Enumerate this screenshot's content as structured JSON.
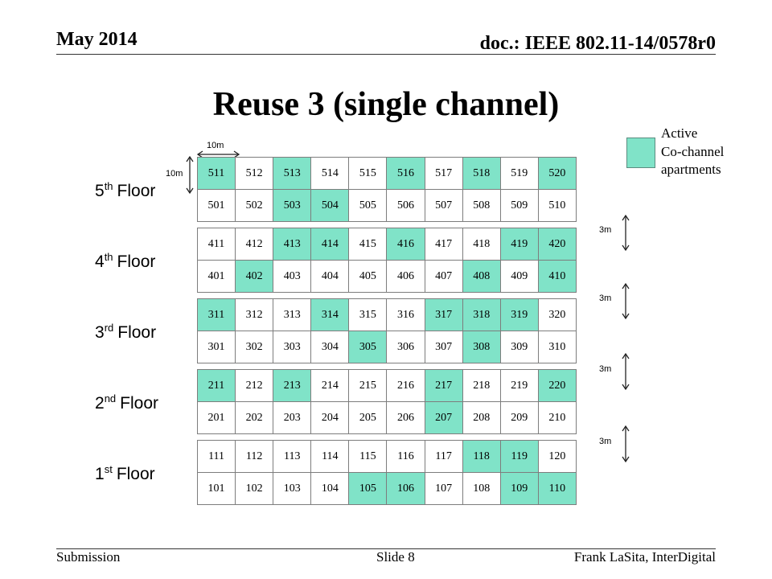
{
  "header": {
    "date": "May 2014",
    "doc_id": "doc.: IEEE 802.11-14/0578r0"
  },
  "title": "Reuse 3 (single channel)",
  "legend": {
    "lines": [
      "Active",
      "Co-channel",
      "apartments"
    ]
  },
  "dimensions": {
    "width_label": "10m",
    "depth_label": "10m",
    "floor_height_labels": [
      "3m",
      "3m",
      "3m",
      "3m"
    ]
  },
  "colors": {
    "active": "#80e3c8",
    "inactive": "#ffffff"
  },
  "floors": [
    {
      "number": "5",
      "suffix": "th",
      "word": "Floor",
      "rows": [
        [
          {
            "n": "511",
            "active": true
          },
          {
            "n": "512",
            "active": false
          },
          {
            "n": "513",
            "active": true
          },
          {
            "n": "514",
            "active": false
          },
          {
            "n": "515",
            "active": false
          },
          {
            "n": "516",
            "active": true
          },
          {
            "n": "517",
            "active": false
          },
          {
            "n": "518",
            "active": true
          },
          {
            "n": "519",
            "active": false
          },
          {
            "n": "520",
            "active": true
          }
        ],
        [
          {
            "n": "501",
            "active": false
          },
          {
            "n": "502",
            "active": false
          },
          {
            "n": "503",
            "active": true
          },
          {
            "n": "504",
            "active": true
          },
          {
            "n": "505",
            "active": false
          },
          {
            "n": "506",
            "active": false
          },
          {
            "n": "507",
            "active": false
          },
          {
            "n": "508",
            "active": false
          },
          {
            "n": "509",
            "active": false
          },
          {
            "n": "510",
            "active": false
          }
        ]
      ]
    },
    {
      "number": "4",
      "suffix": "th",
      "word": "Floor",
      "rows": [
        [
          {
            "n": "411",
            "active": false
          },
          {
            "n": "412",
            "active": false
          },
          {
            "n": "413",
            "active": true
          },
          {
            "n": "414",
            "active": true
          },
          {
            "n": "415",
            "active": false
          },
          {
            "n": "416",
            "active": true
          },
          {
            "n": "417",
            "active": false
          },
          {
            "n": "418",
            "active": false
          },
          {
            "n": "419",
            "active": true
          },
          {
            "n": "420",
            "active": true
          }
        ],
        [
          {
            "n": "401",
            "active": false
          },
          {
            "n": "402",
            "active": true
          },
          {
            "n": "403",
            "active": false
          },
          {
            "n": "404",
            "active": false
          },
          {
            "n": "405",
            "active": false
          },
          {
            "n": "406",
            "active": false
          },
          {
            "n": "407",
            "active": false
          },
          {
            "n": "408",
            "active": true
          },
          {
            "n": "409",
            "active": false
          },
          {
            "n": "410",
            "active": true
          }
        ]
      ]
    },
    {
      "number": "3",
      "suffix": "rd",
      "word": "Floor",
      "rows": [
        [
          {
            "n": "311",
            "active": true
          },
          {
            "n": "312",
            "active": false
          },
          {
            "n": "313",
            "active": false
          },
          {
            "n": "314",
            "active": true
          },
          {
            "n": "315",
            "active": false
          },
          {
            "n": "316",
            "active": false
          },
          {
            "n": "317",
            "active": true
          },
          {
            "n": "318",
            "active": true
          },
          {
            "n": "319",
            "active": true
          },
          {
            "n": "320",
            "active": false
          }
        ],
        [
          {
            "n": "301",
            "active": false
          },
          {
            "n": "302",
            "active": false
          },
          {
            "n": "303",
            "active": false
          },
          {
            "n": "304",
            "active": false
          },
          {
            "n": "305",
            "active": true
          },
          {
            "n": "306",
            "active": false
          },
          {
            "n": "307",
            "active": false
          },
          {
            "n": "308",
            "active": true
          },
          {
            "n": "309",
            "active": false
          },
          {
            "n": "310",
            "active": false
          }
        ]
      ]
    },
    {
      "number": "2",
      "suffix": "nd",
      "word": "Floor",
      "rows": [
        [
          {
            "n": "211",
            "active": true
          },
          {
            "n": "212",
            "active": false
          },
          {
            "n": "213",
            "active": true
          },
          {
            "n": "214",
            "active": false
          },
          {
            "n": "215",
            "active": false
          },
          {
            "n": "216",
            "active": false
          },
          {
            "n": "217",
            "active": true
          },
          {
            "n": "218",
            "active": false
          },
          {
            "n": "219",
            "active": false
          },
          {
            "n": "220",
            "active": true
          }
        ],
        [
          {
            "n": "201",
            "active": false
          },
          {
            "n": "202",
            "active": false
          },
          {
            "n": "203",
            "active": false
          },
          {
            "n": "204",
            "active": false
          },
          {
            "n": "205",
            "active": false
          },
          {
            "n": "206",
            "active": false
          },
          {
            "n": "207",
            "active": true
          },
          {
            "n": "208",
            "active": false
          },
          {
            "n": "209",
            "active": false
          },
          {
            "n": "210",
            "active": false
          }
        ]
      ]
    },
    {
      "number": "1",
      "suffix": "st",
      "word": "Floor",
      "rows": [
        [
          {
            "n": "111",
            "active": false
          },
          {
            "n": "112",
            "active": false
          },
          {
            "n": "113",
            "active": false
          },
          {
            "n": "114",
            "active": false
          },
          {
            "n": "115",
            "active": false
          },
          {
            "n": "116",
            "active": false
          },
          {
            "n": "117",
            "active": false
          },
          {
            "n": "118",
            "active": true
          },
          {
            "n": "119",
            "active": true
          },
          {
            "n": "120",
            "active": false
          }
        ],
        [
          {
            "n": "101",
            "active": false
          },
          {
            "n": "102",
            "active": false
          },
          {
            "n": "103",
            "active": false
          },
          {
            "n": "104",
            "active": false
          },
          {
            "n": "105",
            "active": true
          },
          {
            "n": "106",
            "active": true
          },
          {
            "n": "107",
            "active": false
          },
          {
            "n": "108",
            "active": false
          },
          {
            "n": "109",
            "active": true
          },
          {
            "n": "110",
            "active": true
          }
        ]
      ]
    }
  ],
  "footer": {
    "left": "Submission",
    "center": "Slide 8",
    "right": "Frank LaSita, InterDigital"
  }
}
